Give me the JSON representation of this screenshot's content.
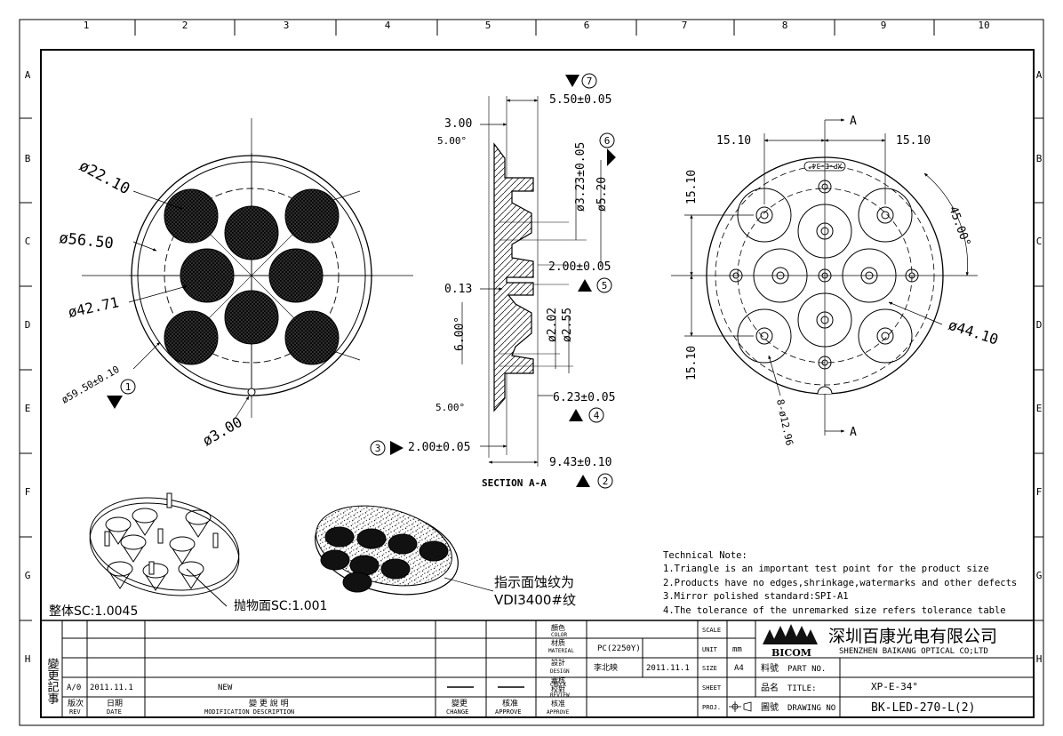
{
  "border": {
    "columns": [
      "1",
      "2",
      "3",
      "4",
      "5",
      "6",
      "7",
      "8",
      "9",
      "10"
    ],
    "rows": [
      "A",
      "B",
      "C",
      "D",
      "E",
      "F",
      "G",
      "H"
    ]
  },
  "front_view": {
    "dims": {
      "d22": "ø22.10",
      "d56": "ø56.50",
      "d42": "ø42.71",
      "d59": "ø59.50±0.10",
      "d3": "ø3.00"
    },
    "marker": "1"
  },
  "section": {
    "title": "SECTION A-A",
    "dims": {
      "d550": "5.50±0.05",
      "d300": "3.00",
      "a500top": "5.00°",
      "d323": "ø3.23±0.05",
      "d520": "ø5.20",
      "d200a": "2.00±0.05",
      "d013": "0.13",
      "a600": "6.00°",
      "d202": "ø2.02",
      "d255": "ø2.55",
      "d623": "6.23±0.05",
      "a500bot": "5.00°",
      "d200b": "2.00±0.05",
      "d943": "9.43±0.10"
    },
    "markers": {
      "m7": "7",
      "m6": "6",
      "m5": "5",
      "m4": "4",
      "m3": "3",
      "m2": "2"
    }
  },
  "top_view": {
    "dims": {
      "h1": "15.10",
      "h2": "15.10",
      "v1": "15.10",
      "v2": "15.10",
      "ang": "45.00°",
      "d44": "ø44.10",
      "holes": "8-ø12.96"
    },
    "section_label": "A",
    "part_mark": "XP-E-34°"
  },
  "annotations": {
    "scale_whole": "整体SC:1.0045",
    "scale_parabolic": "抛物面SC:1.001",
    "texture_line1": "指示面蚀纹为",
    "texture_line2": "VDI3400#纹"
  },
  "technical_note": {
    "title": "Technical Note:",
    "items": [
      "1.Triangle is an important test point for the product size",
      "2.Products have no edges,shrinkage,watermarks and other defects",
      "3.Mirror polished standard:SPI-A1",
      "4.The tolerance of the unremarked size refers tolerance table"
    ]
  },
  "title_block": {
    "revision_side_label": "變更記事",
    "rev_row": {
      "rev": "A/0",
      "date": "2011.11.1",
      "description": "NEW"
    },
    "headers": {
      "rev_cn": "版次",
      "rev_en": "REV",
      "date_cn": "日期",
      "date_en": "DATE",
      "desc_cn": "變 更 說 明",
      "desc_en": "MODIFICATION DESCRIPTION",
      "change_cn": "變更",
      "change_en": "CHANGE",
      "approve_cn": "核准",
      "approve_en": "APPROVE"
    },
    "fields": {
      "color_cn": "顏色",
      "color_en": "COLOR",
      "material_cn": "材质",
      "material_en": "MATERIAL",
      "material_value": "PC(2250Y)",
      "design_cn": "設計",
      "design_en": "DESIGN",
      "designer": "李北映",
      "design_date": "2011.11.1",
      "check_cn": "審核",
      "check_en": "CHECK",
      "review_cn": "校對",
      "review_en": "REVIEW",
      "approve_cn": "核准",
      "approve_en": "APPROVE"
    },
    "scale_label": "SCALE",
    "unit_label": "UNIT",
    "unit_value": "mm",
    "size_label": "SIZE",
    "size_value": "A4",
    "sheet_label": "SHEET",
    "proj_label": "PROJ.",
    "company_cn": "深圳百康光电有限公司",
    "company_en": "SHENZHEN BAIKANG OPTICAL CO;LTD",
    "logo_text": "BICOM",
    "part_no_cn": "料號",
    "part_no_en": "PART NO.",
    "title_cn": "品名",
    "title_en": "TITLE:",
    "title_value": "XP-E-34°",
    "drawing_no_cn": "圖號",
    "drawing_no_en": "DRAWING NO",
    "drawing_no_value": "BK-LED-270-L(2)"
  }
}
